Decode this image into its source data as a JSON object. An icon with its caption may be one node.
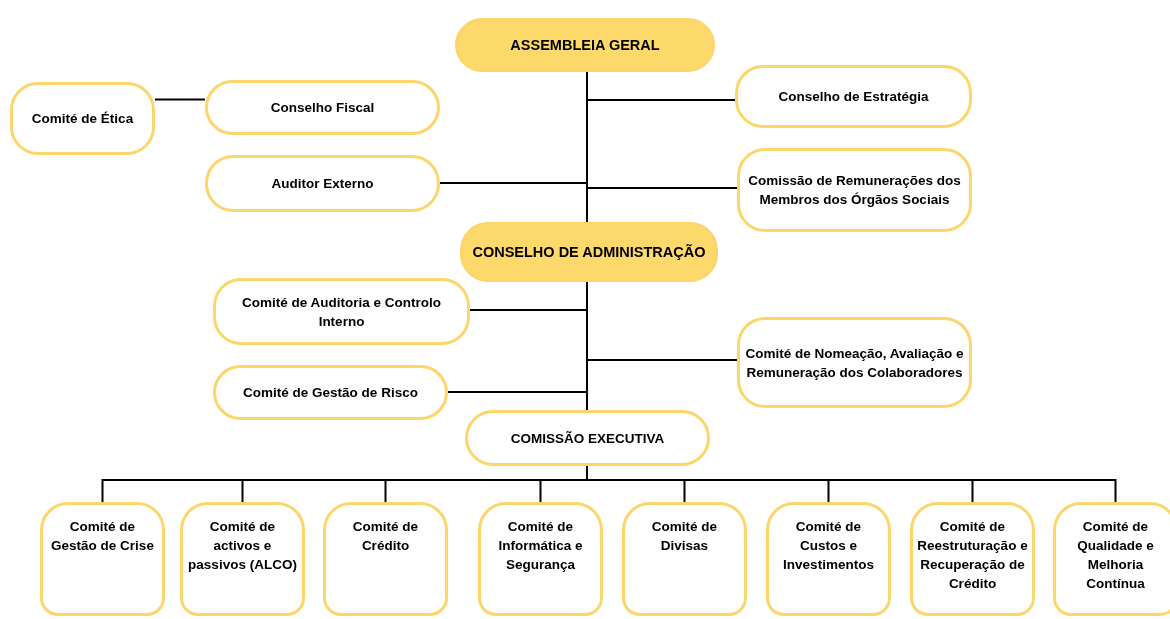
{
  "diagram": {
    "nodes": [
      {
        "text": [
          "ASSEMBLEIA GERAL"
        ]
      },
      {
        "text": [
          "Comité de Ética"
        ]
      },
      {
        "text": [
          "Conselho Fiscal"
        ]
      },
      {
        "text": [
          "Conselho de Estratégia"
        ]
      },
      {
        "text": [
          "Auditor Externo"
        ]
      },
      {
        "text": [
          "Comissão de Remunerações dos Membros dos Órgãos Sociais"
        ]
      },
      {
        "text": [
          "CONSELHO DE ADMINISTRAÇÃO"
        ]
      },
      {
        "text": [
          "Comité de Auditoria e Controlo Interno"
        ]
      },
      {
        "text": [
          "Comité de Nomeação, Avaliação e Remuneração dos Colaboradores"
        ]
      },
      {
        "text": [
          "Comité de Gestão de Risco"
        ]
      },
      {
        "text": [
          "COMISSÃO EXECUTIVA"
        ]
      },
      {
        "text": [
          "Comité de Gestão de Crise"
        ]
      },
      {
        "text": [
          "Comité de activos e passivos (ALCO)"
        ]
      },
      {
        "text": [
          "Comité de Crédito"
        ]
      },
      {
        "text": [
          "Comité de Informática e Segurança"
        ]
      },
      {
        "text": [
          "Comité de Divisas"
        ]
      },
      {
        "text": [
          "Comité de Custos e Investimentos"
        ]
      },
      {
        "text": [
          "Comité de Reestruturação e Recuperação de Crédito"
        ]
      },
      {
        "text": [
          "Comité de Qualidade e Melhoria Contínua"
        ]
      }
    ],
    "edges": [
      {
        "from": 1,
        "to": 2,
        "arrow": "none"
      },
      {
        "from": 0,
        "to": 3,
        "arrow": "none"
      },
      {
        "from": 0,
        "to": 4,
        "arrow": "none"
      },
      {
        "from": 0,
        "to": 5,
        "arrow": "none"
      },
      {
        "from": 0,
        "to": 6,
        "arrow": "none"
      },
      {
        "from": 6,
        "to": 7,
        "arrow": "none"
      },
      {
        "from": 6,
        "to": 8,
        "arrow": "none"
      },
      {
        "from": 6,
        "to": 9,
        "arrow": "none"
      },
      {
        "from": 6,
        "to": 10,
        "arrow": "none"
      },
      {
        "from": 10,
        "to": 11,
        "arrow": "none"
      },
      {
        "from": 10,
        "to": 12,
        "arrow": "none"
      },
      {
        "from": 10,
        "to": 13,
        "arrow": "none"
      },
      {
        "from": 10,
        "to": 14,
        "arrow": "none"
      },
      {
        "from": 10,
        "to": 15,
        "arrow": "none"
      },
      {
        "from": 10,
        "to": 16,
        "arrow": "none"
      },
      {
        "from": 10,
        "to": 17,
        "arrow": "none"
      },
      {
        "from": 10,
        "to": 18,
        "arrow": "none"
      }
    ]
  }
}
